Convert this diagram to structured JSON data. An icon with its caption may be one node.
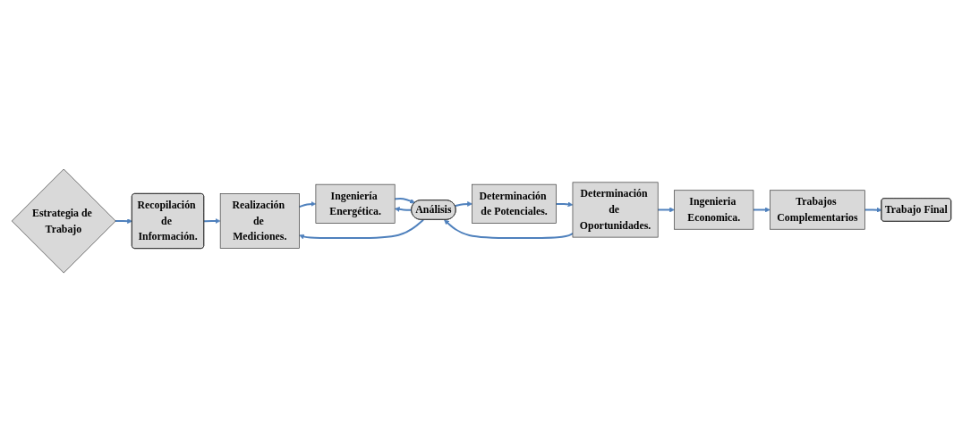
{
  "diagram": {
    "nodes": [
      {
        "text": [
          "Estrategia de Trabajo"
        ]
      },
      {
        "text": [
          "Recopilación de Información."
        ]
      },
      {
        "text": [
          "Realización de Mediciones."
        ]
      },
      {
        "text": [
          "Ingeniería Energética."
        ]
      },
      {
        "text": [
          "Análisis"
        ]
      },
      {
        "text": [
          "Determinación de Potenciales."
        ]
      },
      {
        "text": [
          "Determinación de Oportunidades."
        ]
      },
      {
        "text": [
          "Ingenieria Economica."
        ]
      },
      {
        "text": [
          "Trabajos Complementarios"
        ]
      },
      {
        "text": [
          "Trabajo Final"
        ]
      }
    ],
    "edges": [
      {
        "from": 0,
        "to": 1,
        "arrow": "to"
      },
      {
        "from": 1,
        "to": 2,
        "arrow": "to"
      },
      {
        "from": 2,
        "to": 3,
        "arrow": "to"
      },
      {
        "from": 3,
        "to": 4,
        "arrow": "to"
      },
      {
        "from": 4,
        "to": 2,
        "arrow": "to"
      },
      {
        "from": 4,
        "to": 3,
        "arrow": "to"
      },
      {
        "from": 4,
        "to": 5,
        "arrow": "to"
      },
      {
        "from": 5,
        "to": 6,
        "arrow": "to"
      },
      {
        "from": 6,
        "to": 4,
        "arrow": "to"
      },
      {
        "from": 6,
        "to": 7,
        "arrow": "to"
      },
      {
        "from": 7,
        "to": 8,
        "arrow": "to"
      },
      {
        "from": 8,
        "to": 9,
        "arrow": "to"
      }
    ]
  }
}
